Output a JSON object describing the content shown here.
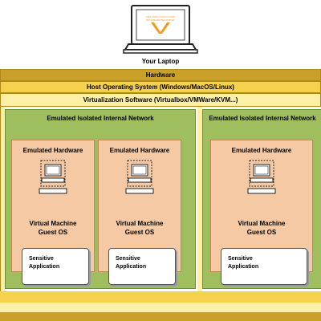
{
  "laptop": {
    "label": "Your Laptop",
    "logo_text_1": "WEYLAND-YUTANI CORP",
    "logo_text_2": "BUILDING BETTER WORLDS"
  },
  "layers": {
    "hardware": "Hardware",
    "host_os": "Host Operating System (Windows/MacOS/Linux)",
    "virtualization": "Virtualization Software (Virtualbox/VMWare/KVM...)"
  },
  "networks": [
    {
      "title": "Emulated Isolated Internal Network",
      "vms": [
        {
          "title": "Emulated Hardware",
          "name_1": "Virtual Machine",
          "name_2": "Guest OS",
          "app_1": "Sensitive",
          "app_2": "Application"
        },
        {
          "title": "Emulated Hardware",
          "name_1": "Virtual Machine",
          "name_2": "Guest OS",
          "app_1": "Sensitive",
          "app_2": "Application"
        }
      ]
    },
    {
      "title": "Emulated Isolated Internal Network",
      "vms": [
        {
          "title": "Emulated Hardware",
          "name_1": "Virtual Machine",
          "name_2": "Guest OS",
          "app_1": "Sensitive",
          "app_2": "Application"
        }
      ]
    }
  ],
  "colors": {
    "hardware": "#c9a02a",
    "host_os": "#f6d14e",
    "virtualization": "#fbf0a6",
    "network": "#9fbe5e",
    "vm": "#f4c9a4",
    "logo_orange": "#f39a1e"
  }
}
